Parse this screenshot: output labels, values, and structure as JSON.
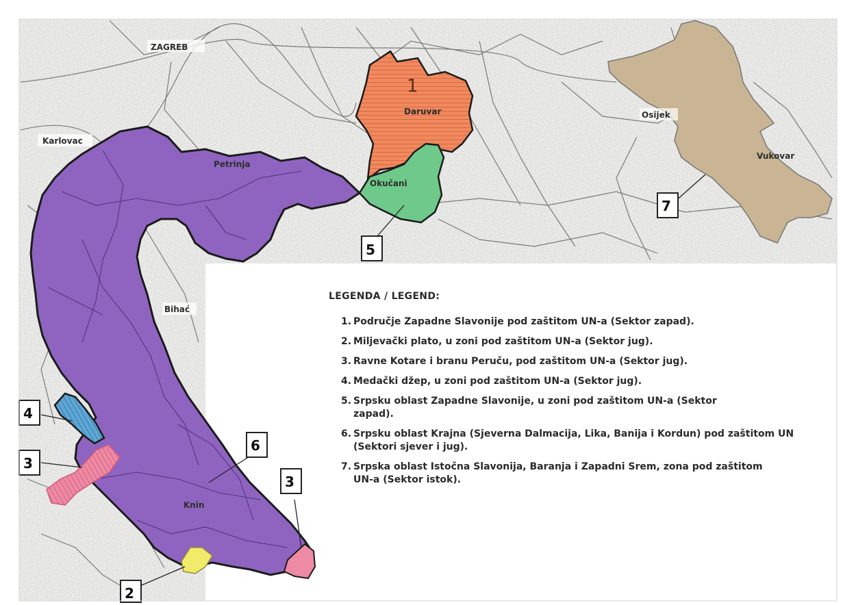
{
  "map": {
    "cities": {
      "zagreb": "ZAGREB",
      "karlovac": "Karlovac",
      "petrinja": "Petrinja",
      "daruvar": "Daruvar",
      "okucani": "Okučani",
      "osijek": "Osijek",
      "vukovar": "Vukovar",
      "bihac": "Bihać",
      "knin": "Knin"
    },
    "markers": {
      "m1": "1",
      "m2": "2",
      "m3_west": "3",
      "m3_east": "3",
      "m4": "4",
      "m5": "5",
      "m6": "6",
      "m7": "7"
    },
    "colors": {
      "krajina": "#8e64c0",
      "west_slavonia_protected": "#f0895e",
      "west_slavonia_serb": "#6ec98a",
      "east_slavonia": "#c9b594",
      "medak": "#5fa8d6",
      "ravni_kotari": "#ee8aa3",
      "miljevci": "#f0ec6a"
    }
  },
  "legend": {
    "title": "LEGENDA / LEGEND:",
    "items": [
      {
        "num": "1.",
        "text": "Područje Zapadne Slavonije pod zaštitom UN-a (Sektor zapad)."
      },
      {
        "num": "2.",
        "text": "Miljevački plato, u zoni pod zaštitom UN-a (Sektor jug)."
      },
      {
        "num": "3.",
        "text": "Ravne Kotare i branu Peruču, pod zaštitom UN-a (Sektor jug)."
      },
      {
        "num": "4.",
        "text": "Medački džep, u zoni pod zaštitom UN-a (Sektor jug)."
      },
      {
        "num": "5.",
        "text": "Srpsku oblast Zapadne Slavonije, u zoni pod zaštitom UN-a (Sektor zapad)."
      },
      {
        "num": "6.",
        "text": "Srpsku oblast Krajna (Sjeverna Dalmacija, Lika, Banija i Kordun) pod zaštitom UN (Sektori sjever i jug)."
      },
      {
        "num": "7.",
        "text": "Srpska oblast Istočna Slavonija, Baranja i Zapadni Srem, zona pod zaštitom UN-a (Sektor istok)."
      }
    ]
  }
}
